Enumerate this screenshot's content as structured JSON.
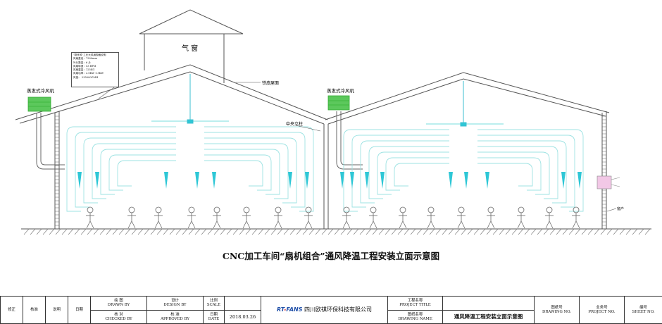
{
  "labels": {
    "window": "气  窗",
    "roof": "铁皮屋面",
    "column": "中央立柱",
    "cooler_left": "蒸发式冷风机",
    "cooler_right": "蒸发式冷风机",
    "door": "窗户"
  },
  "spec_box": {
    "title": "\"蔚来风\"工业大风扇规格说明",
    "lines": [
      "风扇直径：7300mm",
      "叶片数量：6 片",
      "风扇转速：53 RPM",
      "风扇重量：125KG",
      "风扇功率：2.0KW 1.5KW",
      "风量：  235000CMH"
    ]
  },
  "drawing_title": "CNC加工车间“扇机组合”通风降温工程安装立面示意图",
  "title_block": {
    "revise": "修正",
    "check": "核准",
    "desc": "说明",
    "date": "日期",
    "drawn_cn": "绘 图",
    "drawn_en": "DRAWN BY",
    "checked_cn": "核 对",
    "checked_en": "CHECKED BY",
    "design_cn": "设计",
    "design_en": "DESIGN BY",
    "approved_cn": "核 准",
    "approved_en": "APPROVED BY",
    "scale_cn": "比例",
    "scale_en": "SCALE",
    "date_cn": "日期",
    "date_en": "DATE",
    "date_value": "2018.03.26",
    "logo_rt": "RT",
    "logo_fans": "FANS",
    "company": "四川欧祺环保科技有限公司",
    "project_cn": "工程名称",
    "project_en": "PROJECT TITLE",
    "drawing_name_cn": "图纸名称",
    "drawing_name_en": "DRAWING NAME",
    "drawing_name_value": "通风降温工程安装立面示意图",
    "drawing_no_cn": "图纸号",
    "drawing_no_en": "DRAWING NO.",
    "project_no_cn": "业务号",
    "project_no_en": "PROJECT NO.",
    "sheet_cn": "编号",
    "sheet_en": "SHEET NO."
  },
  "colors": {
    "line": "#555555",
    "airflow": "#9ee3e3",
    "nozzle": "#2ec7d6",
    "cooler": "#5cc85c"
  }
}
